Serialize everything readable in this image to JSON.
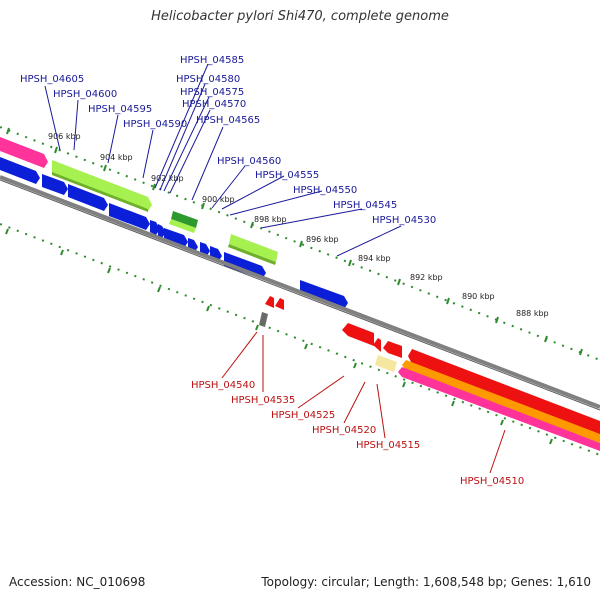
{
  "header": {
    "title": "Helicobacter pylori Shi470, complete genome"
  },
  "footer": {
    "accession": "Accession: NC_010698",
    "topology": "Topology: circular; Length: 1,608,548 bp; Genes: 1,610"
  },
  "colors": {
    "forward_cds": "#0b1fd8",
    "reverse_cds": "#ee1111",
    "backbone": "#808080",
    "ticks": "#2e8b2e",
    "label_top": "#1a1a99",
    "label_bottom": "#bb1111",
    "pink": "#ff3399",
    "lime": "#a6f050",
    "dark_green": "#2e9a2e",
    "orange": "#ff9900",
    "pale_yellow": "#f5e6a0",
    "grey_feature": "#6a6a6a"
  },
  "scale_labels": [
    "906 kbp",
    "904 kbp",
    "902 kbp",
    "900 kbp",
    "898 kbp",
    "896 kbp",
    "894 kbp",
    "892 kbp",
    "890 kbp",
    "888 kbp"
  ],
  "top_labels": [
    "HPSH_04605",
    "HPSH_04600",
    "HPSH_04595",
    "HPSH_04590",
    "HPSH_04585",
    "HPSH_04580",
    "HPSH_04575",
    "HPSH_04570",
    "HPSH_04565",
    "HPSH_04560",
    "HPSH_04555",
    "HPSH_04550",
    "HPSH_04545",
    "HPSH_04530"
  ],
  "bottom_labels": [
    "HPSH_04540",
    "HPSH_04535",
    "HPSH_04525",
    "HPSH_04520",
    "HPSH_04515",
    "HPSH_04510"
  ]
}
